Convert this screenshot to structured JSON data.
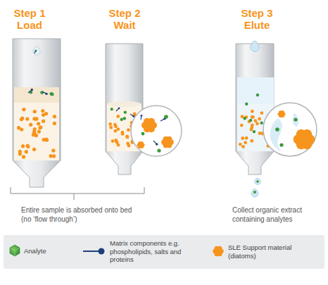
{
  "diagram": {
    "labels": [
      "Step 1 Load",
      "Step 2 Wait",
      "Step 3 Elute",
      "Entire sample is absorbed onto bed (no ‘flow through’)",
      "Collect organic extract containing analytes"
    ],
    "legend": [
      {
        "text": "Analyte"
      },
      {
        "text": "Matrix components e.g. phospholipids, salts and proteins"
      },
      {
        "text": "SLE Support material (diatoms)"
      }
    ]
  }
}
